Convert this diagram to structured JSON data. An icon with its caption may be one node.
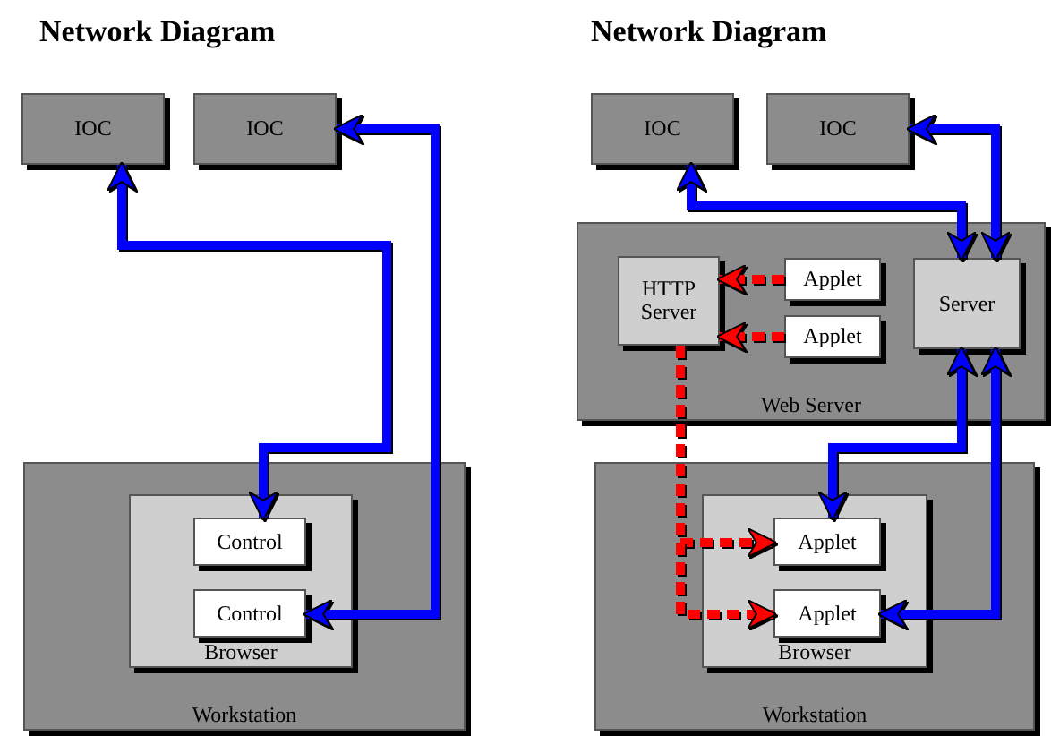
{
  "diagram": {
    "nodes": [
      {
        "text": [
          "IOC"
        ]
      },
      {
        "text": [
          "IOC"
        ]
      },
      {
        "text": [
          "Workstation"
        ]
      },
      {
        "text": [
          "Browser"
        ],
        "in": 2
      },
      {
        "text": [
          "Control"
        ],
        "in": 3
      },
      {
        "text": [
          "Control"
        ],
        "in": 3
      },
      {
        "text": [
          "IOC"
        ]
      },
      {
        "text": [
          "IOC"
        ]
      },
      {
        "text": [
          "Web Server"
        ]
      },
      {
        "text": [
          "HTTP Server"
        ],
        "in": 8
      },
      {
        "text": [
          "Applet"
        ],
        "in": 8
      },
      {
        "text": [
          "Applet"
        ],
        "in": 8
      },
      {
        "text": [
          "Server"
        ],
        "in": 8
      },
      {
        "text": [
          "Workstation"
        ]
      },
      {
        "text": [
          "Browser"
        ],
        "in": 13
      },
      {
        "text": [
          "Applet"
        ],
        "in": 14
      },
      {
        "text": [
          "Applet"
        ],
        "in": 14
      }
    ],
    "edges": [
      {
        "from": 0,
        "to": 4,
        "arrow": "both"
      },
      {
        "from": 1,
        "to": 5,
        "arrow": "both"
      },
      {
        "from": 6,
        "to": 12,
        "arrow": "both"
      },
      {
        "from": 7,
        "to": 12,
        "arrow": "both"
      },
      {
        "from": 10,
        "to": 9,
        "arrow": "to",
        "style": "dashed",
        "color": "#ff0000"
      },
      {
        "from": 11,
        "to": 9,
        "arrow": "to",
        "style": "dashed",
        "color": "#ff0000"
      },
      {
        "from": 9,
        "to": 15,
        "arrow": "to",
        "style": "dashed",
        "color": "#ff0000"
      },
      {
        "from": 9,
        "to": 16,
        "arrow": "to",
        "style": "dashed",
        "color": "#ff0000"
      },
      {
        "from": 12,
        "to": 15,
        "arrow": "both"
      },
      {
        "from": 12,
        "to": 16,
        "arrow": "both"
      }
    ],
    "labels": [
      "Network Diagram",
      "Network Diagram"
    ]
  }
}
